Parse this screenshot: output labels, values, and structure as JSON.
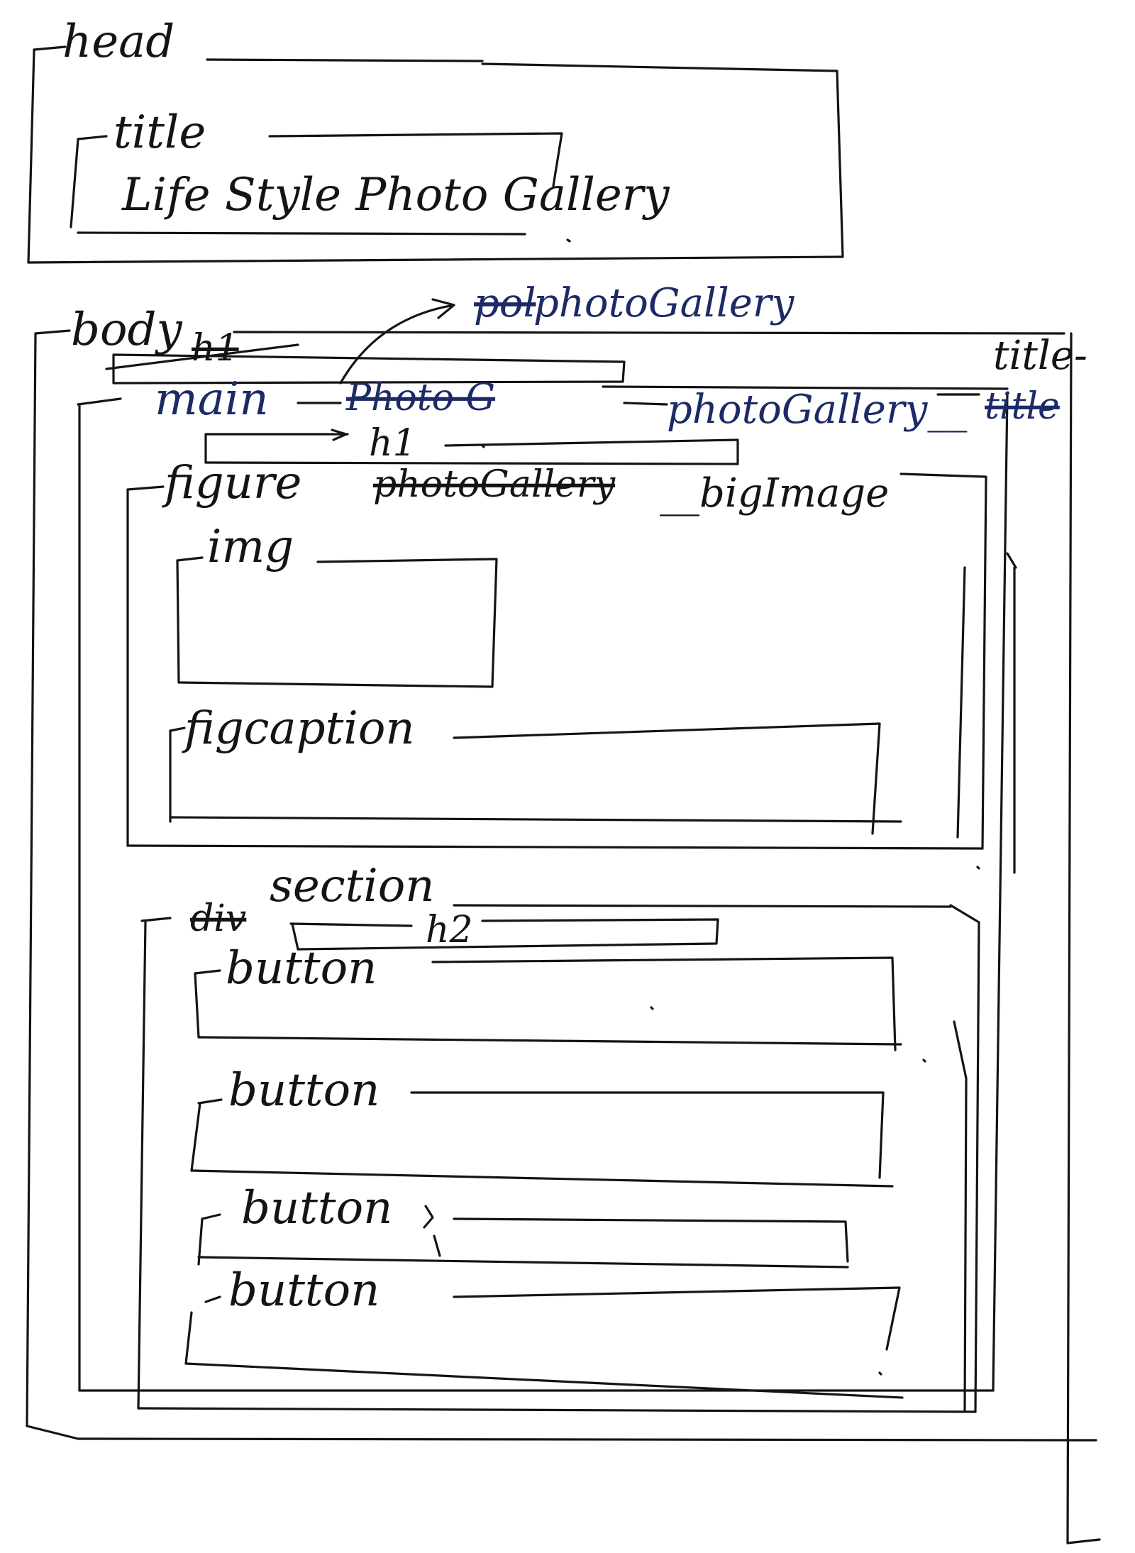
{
  "colors": {
    "ink": "#141414",
    "blue_ink": "#1c2a66",
    "paper": "#ffffff"
  },
  "labels": {
    "head": "head",
    "title": "title",
    "title_text": "Life Style Photo Gallery",
    "body": "body",
    "body_strike": "h1",
    "photogallery_top": "photoGallery",
    "photogallery_top_strike": "pol",
    "title_right": "title-",
    "main": "main",
    "main_strike": "Photo G",
    "main_class": "photoGallery__",
    "main_class_strike": "title",
    "h1": "h1",
    "figure": "figure",
    "figure_strike": "photoGallery",
    "figure_class": "__bigImage",
    "img": "img",
    "figcaption": "figcaption",
    "section": "section",
    "section_strike": "div",
    "h2": "h2",
    "buttons": [
      "button",
      "button",
      "button",
      "button"
    ]
  }
}
